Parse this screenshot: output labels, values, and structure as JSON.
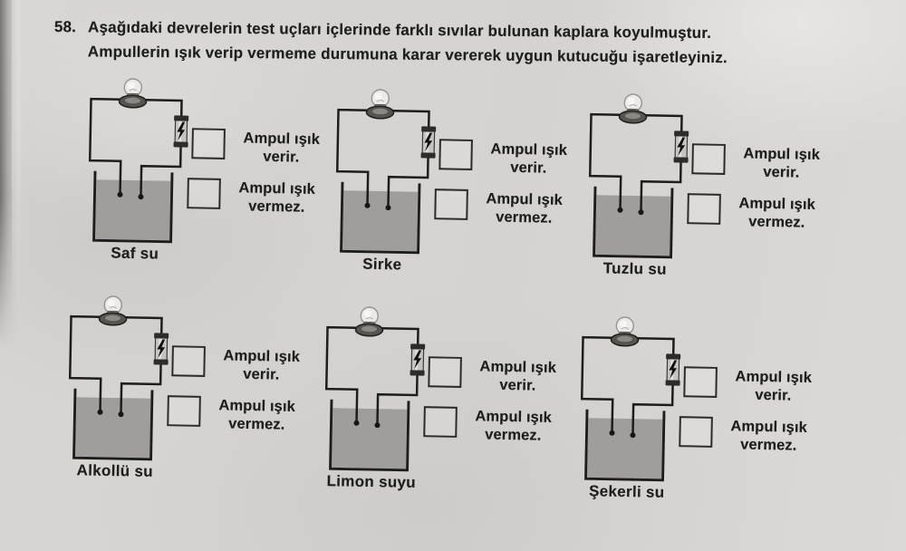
{
  "question": {
    "number": "58.",
    "line1": "Aşağıdaki devrelerin test uçları içlerinde farklı sıvılar bulunan kaplara koyulmuştur.",
    "line2": "Ampullerin ışık verip vermeme durumuna karar vererek uygun kutucuğu işaretleyiniz."
  },
  "option_labels": {
    "gives_light": "Ampul ışık verir.",
    "no_light": "Ampul ışık vermez."
  },
  "circuits": [
    {
      "label": "Saf su",
      "gives_light_checked": false,
      "no_light_checked": false
    },
    {
      "label": "Sirke",
      "gives_light_checked": false,
      "no_light_checked": false
    },
    {
      "label": "Tuzlu su",
      "gives_light_checked": false,
      "no_light_checked": false
    },
    {
      "label": "Alkollü su",
      "gives_light_checked": false,
      "no_light_checked": false
    },
    {
      "label": "Limon suyu",
      "gives_light_checked": false,
      "no_light_checked": false
    },
    {
      "label": "Şekerli su",
      "gives_light_checked": false,
      "no_light_checked": false
    }
  ],
  "colors": {
    "paper": "#d9d7d4",
    "ink": "#1e1e1e",
    "wire": "#1d1d1d",
    "liquid": "#a09e9b"
  }
}
